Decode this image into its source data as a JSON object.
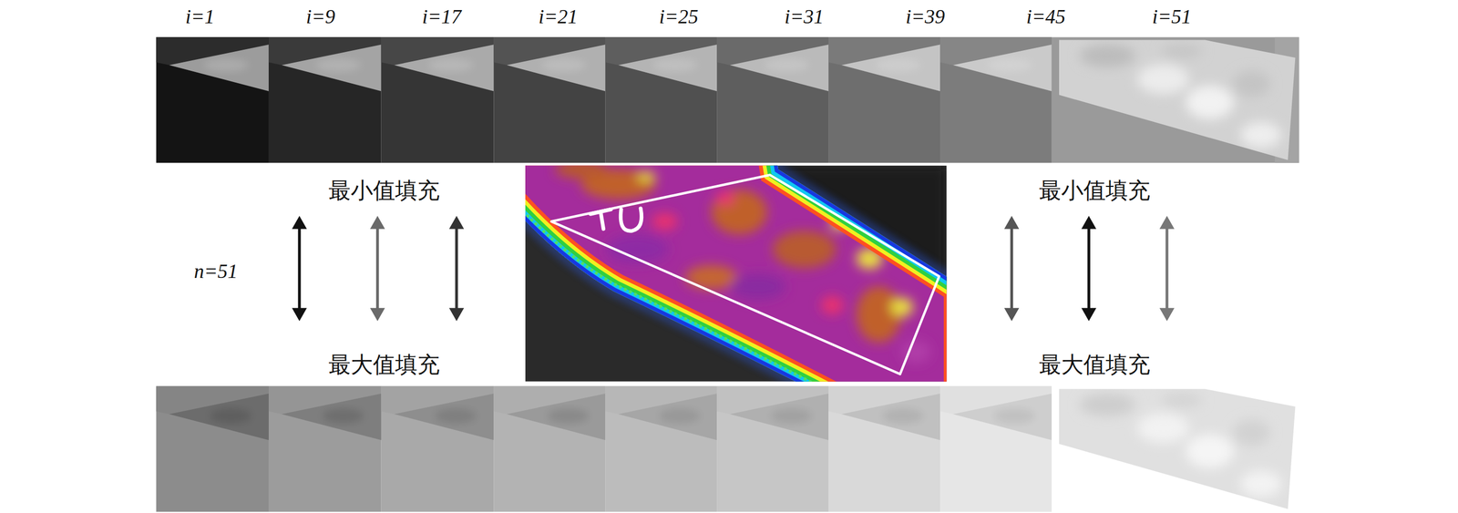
{
  "diagram": {
    "labels": [
      "i=1",
      "i=9",
      "i=17",
      "i=21",
      "i=25",
      "i=31",
      "i=39",
      "i=45",
      "i=51",
      "最小值填充",
      "最小值填充",
      "n=51",
      "最大值填充",
      "最大值填充"
    ]
  }
}
